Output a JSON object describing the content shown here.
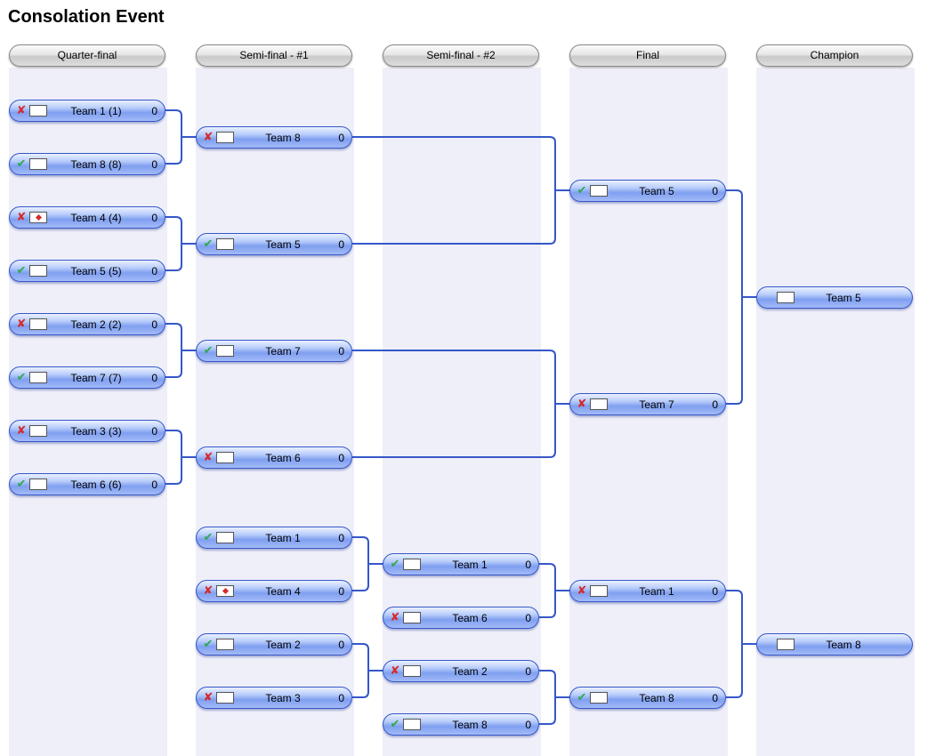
{
  "page": {
    "title": "Consolation Event"
  },
  "columns": [
    "Quarter-final",
    "Semi-final - #1",
    "Semi-final - #2",
    "Final",
    "Champion"
  ],
  "colors": {
    "connector": "#3557c9",
    "slot_fill": "#a3bbf7",
    "win": "#2fa84f",
    "lose": "#d62a2a",
    "column_bg": "#efeff9"
  },
  "rounds": {
    "quarter_final": [
      {
        "status": "lose",
        "flag": "ru",
        "name": "Team 1 (1)",
        "score": "0"
      },
      {
        "status": "win",
        "flag": "de",
        "name": "Team 8 (8)",
        "score": "0"
      },
      {
        "status": "lose",
        "flag": "ca",
        "name": "Team 4 (4)",
        "score": "0"
      },
      {
        "status": "win",
        "flag": "uk",
        "name": "Team 5 (5)",
        "score": "0"
      },
      {
        "status": "lose",
        "flag": "us",
        "name": "Team 2 (2)",
        "score": "0"
      },
      {
        "status": "win",
        "flag": "it",
        "name": "Team 7 (7)",
        "score": "0"
      },
      {
        "status": "lose",
        "flag": "jp",
        "name": "Team 3 (3)",
        "score": "0"
      },
      {
        "status": "win",
        "flag": "fr",
        "name": "Team 6 (6)",
        "score": "0"
      }
    ],
    "semi_final_1": [
      {
        "status": "lose",
        "flag": "de",
        "name": "Team 8",
        "score": "0"
      },
      {
        "status": "win",
        "flag": "uk",
        "name": "Team 5",
        "score": "0"
      },
      {
        "status": "win",
        "flag": "it",
        "name": "Team 7",
        "score": "0"
      },
      {
        "status": "lose",
        "flag": "fr",
        "name": "Team 6",
        "score": "0"
      },
      {
        "status": "win",
        "flag": "ru",
        "name": "Team 1",
        "score": "0"
      },
      {
        "status": "lose",
        "flag": "ca",
        "name": "Team 4",
        "score": "0"
      },
      {
        "status": "win",
        "flag": "us",
        "name": "Team 2",
        "score": "0"
      },
      {
        "status": "lose",
        "flag": "jp",
        "name": "Team 3",
        "score": "0"
      }
    ],
    "semi_final_2": [
      {
        "status": "win",
        "flag": "ru",
        "name": "Team 1",
        "score": "0"
      },
      {
        "status": "lose",
        "flag": "fr",
        "name": "Team 6",
        "score": "0"
      },
      {
        "status": "lose",
        "flag": "us",
        "name": "Team 2",
        "score": "0"
      },
      {
        "status": "win",
        "flag": "de",
        "name": "Team 8",
        "score": "0"
      }
    ],
    "final": [
      {
        "status": "win",
        "flag": "uk",
        "name": "Team 5",
        "score": "0"
      },
      {
        "status": "lose",
        "flag": "it",
        "name": "Team 7",
        "score": "0"
      },
      {
        "status": "lose",
        "flag": "ru",
        "name": "Team 1",
        "score": "0"
      },
      {
        "status": "win",
        "flag": "de",
        "name": "Team 8",
        "score": "0"
      }
    ],
    "champion": [
      {
        "status": "",
        "flag": "uk",
        "name": "Team 5",
        "score": ""
      },
      {
        "status": "",
        "flag": "de",
        "name": "Team 8",
        "score": ""
      }
    ]
  }
}
